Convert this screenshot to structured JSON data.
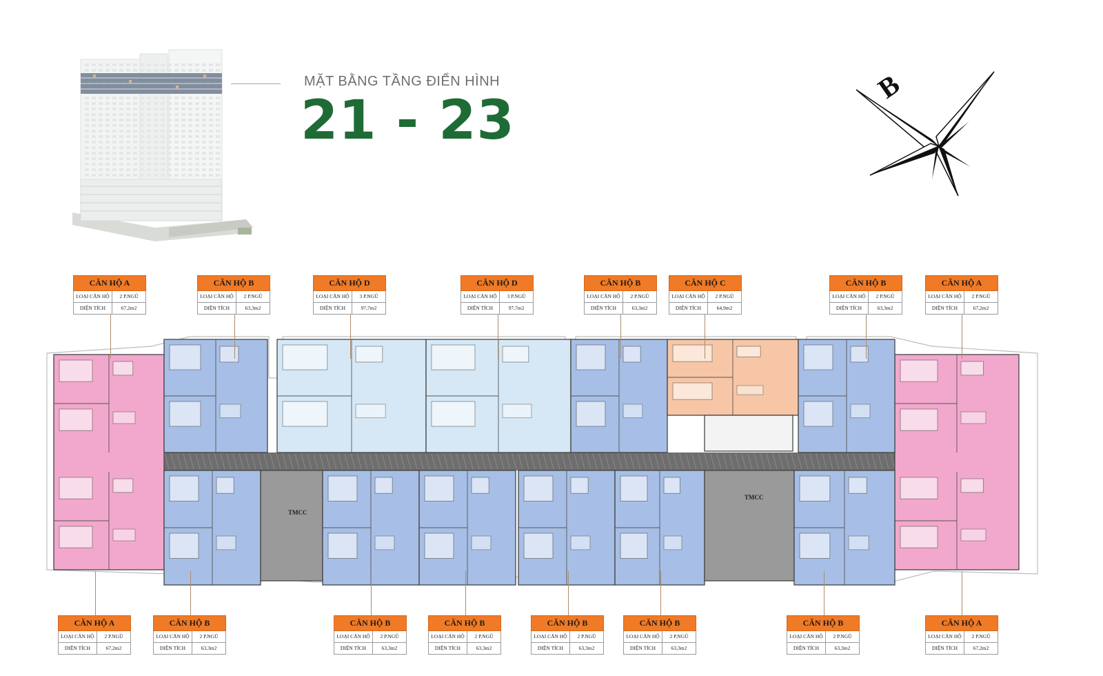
{
  "header": {
    "subtitle": "MẶT BẰNG TẦNG ĐIỂN HÌNH",
    "floors": "21 - 23"
  },
  "compass": {
    "letter": "B"
  },
  "plan": {
    "core_labels": [
      "TMCC",
      "TMCC"
    ],
    "colors": {
      "type_a": "#f2a8cc",
      "type_b": "#a7bfe6",
      "type_c": "#f6c6a6",
      "type_d": "#d6e8f6",
      "corridor": "#6e6e6e",
      "core": "#9a9a9a",
      "accent_orange": "#f07a26",
      "title_green": "#1f6b35"
    }
  },
  "units_top": [
    {
      "name": "CĂN HỘ A",
      "type_label": "LOẠI CĂN HỘ",
      "type_value": "2 P.NGŨ",
      "area_label": "DIỆN TÍCH",
      "area_value": "67,2m2"
    },
    {
      "name": "CĂN HỘ B",
      "type_label": "LOẠI CĂN HỘ",
      "type_value": "2 P.NGŨ",
      "area_label": "DIỆN TÍCH",
      "area_value": "63,3m2"
    },
    {
      "name": "CĂN HỘ D",
      "type_label": "LOẠI CĂN HỘ",
      "type_value": "3 P.NGŨ",
      "area_label": "DIỆN TÍCH",
      "area_value": "97,7m2"
    },
    {
      "name": "CĂN HỘ D",
      "type_label": "LOẠI CĂN HỘ",
      "type_value": "3 P.NGŨ",
      "area_label": "DIỆN TÍCH",
      "area_value": "97,7m2"
    },
    {
      "name": "CĂN HỘ B",
      "type_label": "LOẠI CĂN HỘ",
      "type_value": "2 P.NGŨ",
      "area_label": "DIỆN TÍCH",
      "area_value": "63,3m2"
    },
    {
      "name": "CĂN HỘ C",
      "type_label": "LOẠI CĂN HỘ",
      "type_value": "2 P.NGŨ",
      "area_label": "DIỆN TÍCH",
      "area_value": "64,9m2"
    },
    {
      "name": "CĂN HỘ B",
      "type_label": "LOẠI CĂN HỘ",
      "type_value": "2 P.NGŨ",
      "area_label": "DIỆN TÍCH",
      "area_value": "63,3m2"
    },
    {
      "name": "CĂN HỘ A",
      "type_label": "LOẠI CĂN HỘ",
      "type_value": "2 P.NGŨ",
      "area_label": "DIỆN TÍCH",
      "area_value": "67,2m2"
    }
  ],
  "units_bottom": [
    {
      "name": "CĂN HỘ A",
      "type_label": "LOẠI CĂN HỘ",
      "type_value": "2 P.NGŨ",
      "area_label": "DIỆN TÍCH",
      "area_value": "67,2m2"
    },
    {
      "name": "CĂN HỘ B",
      "type_label": "LOẠI CĂN HỘ",
      "type_value": "2 P.NGŨ",
      "area_label": "DIỆN TÍCH",
      "area_value": "63,3m2"
    },
    {
      "name": "CĂN HỘ B",
      "type_label": "LOẠI CĂN HỘ",
      "type_value": "2 P.NGŨ",
      "area_label": "DIỆN TÍCH",
      "area_value": "63,3m2"
    },
    {
      "name": "CĂN HỘ B",
      "type_label": "LOẠI CĂN HỘ",
      "type_value": "2 P.NGŨ",
      "area_label": "DIỆN TÍCH",
      "area_value": "63,3m2"
    },
    {
      "name": "CĂN HỘ B",
      "type_label": "LOẠI CĂN HỘ",
      "type_value": "2 P.NGŨ",
      "area_label": "DIỆN TÍCH",
      "area_value": "63,3m2"
    },
    {
      "name": "CĂN HỘ B",
      "type_label": "LOẠI CĂN HỘ",
      "type_value": "2 P.NGŨ",
      "area_label": "DIỆN TÍCH",
      "area_value": "63,3m2"
    },
    {
      "name": "CĂN HỘ B",
      "type_label": "LOẠI CĂN HỘ",
      "type_value": "2 P.NGŨ",
      "area_label": "DIỆN TÍCH",
      "area_value": "63,3m2"
    },
    {
      "name": "CĂN HỘ A",
      "type_label": "LOẠI CĂN HỘ",
      "type_value": "2 P.NGŨ",
      "area_label": "DIỆN TÍCH",
      "area_value": "67,2m2"
    }
  ]
}
